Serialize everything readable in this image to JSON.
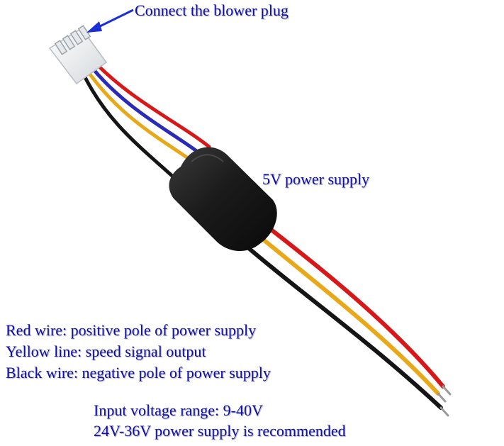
{
  "labels": {
    "blower_plug": "Connect the blower plug",
    "power_5v": "5V power supply",
    "red_wire": "Red wire: positive pole of power supply",
    "yellow_line": "Yellow line: speed signal output",
    "black_wire": "Black wire: negative pole of power supply",
    "input_range": "Input voltage range: 9-40V",
    "recommended": "24V-36V power supply is recommended"
  },
  "colors": {
    "label_text": "#1010a8",
    "arrow": "#1a2fd6",
    "wire_red": "#d81818",
    "wire_yellow": "#e8a818",
    "wire_black": "#151515",
    "wire_blue": "#2a2ab8",
    "module_body": "#1b1b1b",
    "connector": "#f0f2f4"
  }
}
